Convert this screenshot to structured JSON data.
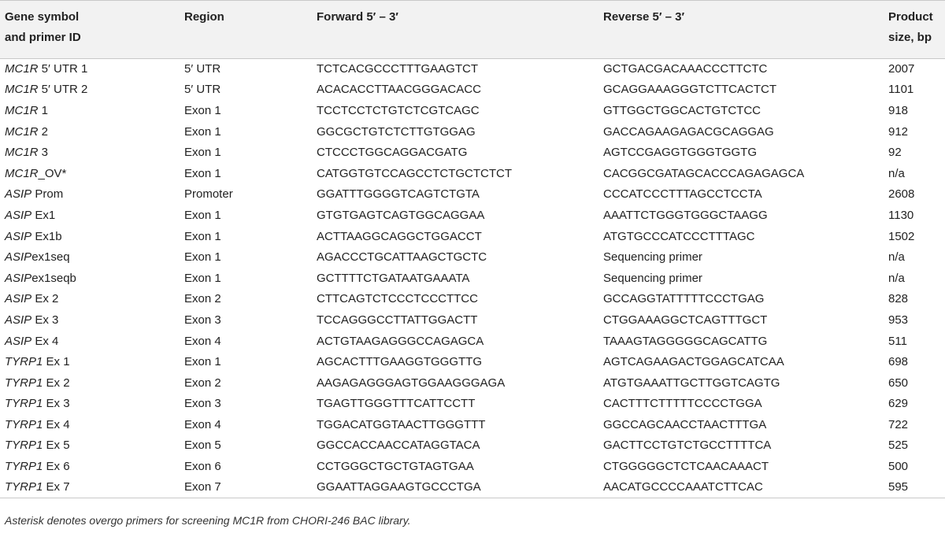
{
  "table": {
    "headers": [
      {
        "line1": "Gene symbol",
        "line2": "and primer ID"
      },
      {
        "line1": "Region",
        "line2": ""
      },
      {
        "line1": "Forward 5′ – 3′",
        "line2": ""
      },
      {
        "line1": "Reverse 5′ – 3′",
        "line2": ""
      },
      {
        "line1": "Product",
        "line2": "size, bp"
      }
    ],
    "rows": [
      {
        "gene": "MC1R",
        "id": " 5′ UTR 1",
        "region": "5′ UTR",
        "forward": "TCTCACGCCCTTTGAAGTCT",
        "reverse": "GCTGACGACAAACCCTTCTC",
        "size": "2007"
      },
      {
        "gene": "MC1R",
        "id": " 5′ UTR 2",
        "region": "5′ UTR",
        "forward": "ACACACCTTAACGGGACACC",
        "reverse": "GCAGGAAAGGGTCTTCACTCT",
        "size": "1101"
      },
      {
        "gene": "MC1R",
        "id": " 1",
        "region": "Exon 1",
        "forward": "TCCTCCTCTGTCTCGTCAGC",
        "reverse": "GTTGGCTGGCACTGTCTCC",
        "size": "918"
      },
      {
        "gene": "MC1R",
        "id": " 2",
        "region": "Exon 1",
        "forward": "GGCGCTGTCTCTTGTGGAG",
        "reverse": "GACCAGAAGAGACGCAGGAG",
        "size": "912"
      },
      {
        "gene": "MC1R",
        "id": " 3",
        "region": "Exon 1",
        "forward": "CTCCCTGGCAGGACGATG",
        "reverse": "AGTCCGAGGTGGGTGGTG",
        "size": "92"
      },
      {
        "gene": "MC1R",
        "id": "_OV*",
        "region": "Exon 1",
        "forward": "CATGGTGTCCAGCCTCTGCTCTCT",
        "reverse": "CACGGCGATAGCACCCAGAGAGCA",
        "size": "n/a"
      },
      {
        "gene": "ASIP",
        "id": " Prom",
        "region": "Promoter",
        "forward": "GGATTTGGGGTCAGTCTGTA",
        "reverse": "CCCATCCCTTTAGCCTCCTA",
        "size": "2608"
      },
      {
        "gene": "ASIP",
        "id": " Ex1",
        "region": "Exon 1",
        "forward": "GTGTGAGTCAGTGGCAGGAA",
        "reverse": "AAATTCTGGGTGGGCTAAGG",
        "size": "1130"
      },
      {
        "gene": "ASIP",
        "id": " Ex1b",
        "region": "Exon 1",
        "forward": "ACTTAAGGCAGGCTGGACCT",
        "reverse": "ATGTGCCCATCCCTTTAGC",
        "size": "1502"
      },
      {
        "gene": "ASIP",
        "id": "ex1seq",
        "region": "Exon 1",
        "forward": "AGACCCTGCATTAAGCTGCTC",
        "reverse": "Sequencing primer",
        "size": "n/a"
      },
      {
        "gene": "ASIP",
        "id": "ex1seqb",
        "region": "Exon 1",
        "forward": "GCTTTTCTGATAATGAAATA",
        "reverse": "Sequencing primer",
        "size": "n/a"
      },
      {
        "gene": "ASIP",
        "id": " Ex 2",
        "region": "Exon 2",
        "forward": "CTTCAGTCTCCCTCCCTTCC",
        "reverse": "GCCAGGTATTTTTCCCTGAG",
        "size": "828"
      },
      {
        "gene": "ASIP",
        "id": " Ex 3",
        "region": "Exon 3",
        "forward": "TCCAGGGCCTTATTGGACTT",
        "reverse": "CTGGAAAGGCTCAGTTTGCT",
        "size": "953"
      },
      {
        "gene": "ASIP",
        "id": " Ex 4",
        "region": "Exon 4",
        "forward": "ACTGTAAGAGGGCCAGAGCA",
        "reverse": "TAAAGTAGGGGGCAGCATTG",
        "size": "511"
      },
      {
        "gene": "TYRP1",
        "id": " Ex 1",
        "region": "Exon 1",
        "forward": "AGCACTTTGAAGGTGGGTTG",
        "reverse": "AGTCAGAAGACTGGAGCATCAA",
        "size": "698"
      },
      {
        "gene": "TYRP1",
        "id": " Ex 2",
        "region": "Exon 2",
        "forward": "AAGAGAGGGAGTGGAAGGGAGA",
        "reverse": "ATGTGAAATTGCTTGGTCAGTG",
        "size": "650"
      },
      {
        "gene": "TYRP1",
        "id": " Ex 3",
        "region": "Exon 3",
        "forward": "TGAGTTGGGTTTCATTCCTT",
        "reverse": "CACTTTCTTTTTCCCCTGGA",
        "size": "629"
      },
      {
        "gene": "TYRP1",
        "id": " Ex 4",
        "region": "Exon 4",
        "forward": "TGGACATGGTAACTTGGGTTT",
        "reverse": "GGCCAGCAACCTAACTTTGA",
        "size": "722"
      },
      {
        "gene": "TYRP1",
        "id": " Ex 5",
        "region": "Exon 5",
        "forward": "GGCCACCAACCATAGGTACA",
        "reverse": "GACTTCCTGTCTGCCTTTTCA",
        "size": "525"
      },
      {
        "gene": "TYRP1",
        "id": " Ex 6",
        "region": "Exon 6",
        "forward": "CCTGGGCTGCTGTAGTGAA",
        "reverse": "CTGGGGGCTCTCAACAAACT",
        "size": "500"
      },
      {
        "gene": "TYRP1",
        "id": " Ex 7",
        "region": "Exon 7",
        "forward": "GGAATTAGGAAGTGCCCTGA",
        "reverse": "AACATGCCCCAAATCTTCAC",
        "size": "595"
      }
    ]
  },
  "caption": "Asterisk denotes overgo primers for screening MC1R from CHORI-246 BAC library."
}
